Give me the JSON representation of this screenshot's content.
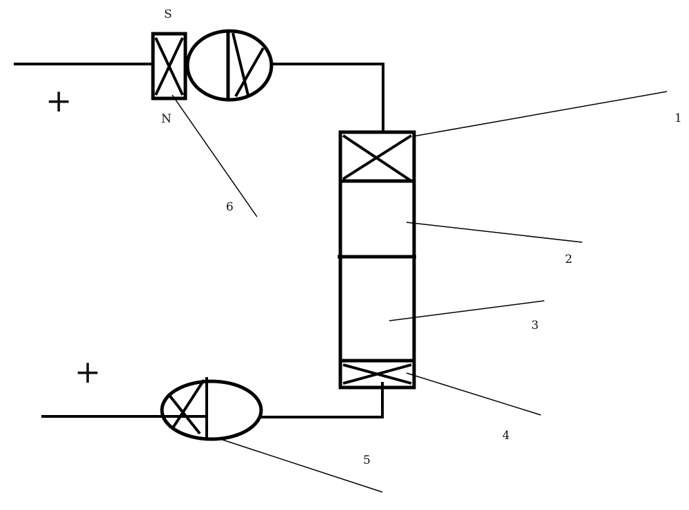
{
  "labels": {
    "s": "S",
    "n": "N",
    "plus_top": "+",
    "plus_bottom": "+",
    "l1": "1",
    "l2": "2",
    "l3": "3",
    "l4": "4",
    "l5": "5",
    "l6": "6"
  }
}
